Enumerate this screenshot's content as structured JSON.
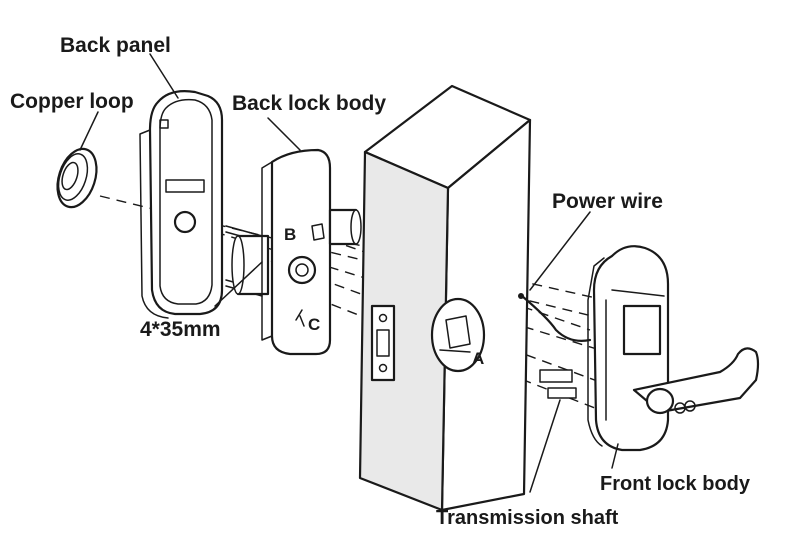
{
  "labels": {
    "back_panel": "Back panel",
    "copper_loop": "Copper loop",
    "back_lock_body": "Back lock body",
    "power_wire": "Power wire",
    "screw_size": "4*35mm",
    "point_a": "A",
    "point_b": "B",
    "point_c": "C",
    "front_lock_body": "Front lock body",
    "transmission_shaft": "Transmission shaft"
  },
  "colors": {
    "ink": "#1a1a1a",
    "background": "#ffffff"
  }
}
